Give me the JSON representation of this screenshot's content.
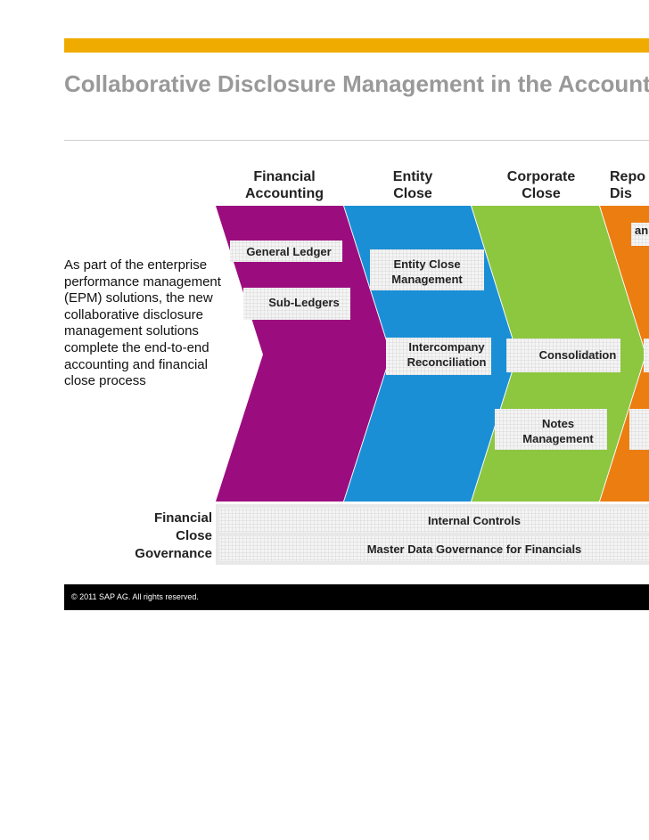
{
  "slide": {
    "title": "Collaborative Disclosure Management in the Accounting and Financial Close End-to-End Proc",
    "intro": "As part of the enterprise performance management (EPM) solutions, the new collaborative disclosure management solutions complete the end-to-end accounting and financial close process",
    "footer": "© 2011 SAP AG. All rights reserved."
  },
  "columns": [
    {
      "label": "Financial\nAccounting",
      "color": "#9b0d7e"
    },
    {
      "label": "Entity\nClose",
      "color": "#1a8fd6"
    },
    {
      "label": "Corporate\nClose",
      "color": "#8dc63f"
    },
    {
      "label": "Repo\nDis",
      "color": "#ec7d10"
    }
  ],
  "boxes": {
    "general_ledger": "General Ledger",
    "sub_ledgers": "Sub-Ledgers",
    "entity_close_management": "Entity Close\nManagement",
    "intercompany_reconciliation": "Intercompany\nReconciliation",
    "consolidation": "Consolidation",
    "notes_management": "Notes\nManagement",
    "partial_orange": "an"
  },
  "governance": {
    "label": "Financial\nClose\nGovernance",
    "internal_controls": "Internal Controls",
    "master_data": "Master Data Governance for Financials"
  }
}
